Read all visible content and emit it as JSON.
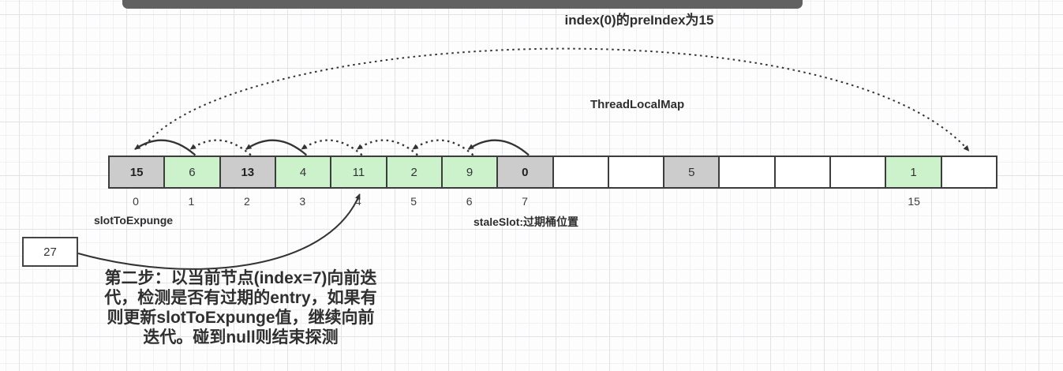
{
  "title": {
    "text": "index(0)的preIndex为15"
  },
  "map_label": {
    "text": "ThreadLocalMap"
  },
  "array": {
    "cells": [
      {
        "label": "0",
        "value": "15",
        "type": "stale",
        "bold": true
      },
      {
        "label": "1",
        "value": "6",
        "type": "valid",
        "bold": false
      },
      {
        "label": "2",
        "value": "13",
        "type": "stale",
        "bold": true
      },
      {
        "label": "3",
        "value": "4",
        "type": "valid",
        "bold": false
      },
      {
        "label": "4",
        "value": "11",
        "type": "valid",
        "bold": false
      },
      {
        "label": "5",
        "value": "2",
        "type": "valid",
        "bold": false
      },
      {
        "label": "6",
        "value": "9",
        "type": "valid",
        "bold": false
      },
      {
        "label": "7",
        "value": "0",
        "type": "stale",
        "bold": true
      },
      {
        "label": "",
        "value": "",
        "type": "empty",
        "bold": false
      },
      {
        "label": "",
        "value": "",
        "type": "empty",
        "bold": false
      },
      {
        "label": "",
        "value": "5",
        "type": "stale",
        "bold": false
      },
      {
        "label": "",
        "value": "",
        "type": "empty",
        "bold": false
      },
      {
        "label": "",
        "value": "",
        "type": "empty",
        "bold": false
      },
      {
        "label": "",
        "value": "",
        "type": "empty",
        "bold": false
      },
      {
        "label": "15",
        "value": "1",
        "type": "valid",
        "bold": false
      },
      {
        "label": "",
        "value": "",
        "type": "empty",
        "bold": false
      }
    ]
  },
  "pointers": {
    "slot_to_expunge": "slotToExpunge",
    "stale_slot": "staleSlot:过期桶位置"
  },
  "ref_box": {
    "value": "27"
  },
  "note": {
    "lines": [
      "第二步：以当前节点(index=7)向前迭",
      "代，检测是否有过期的entry，如果有",
      "则更新slotToExpunge值，继续向前",
      "迭代。碰到null则结束探测"
    ]
  },
  "arrows": {
    "back_hops": [
      {
        "from": 1,
        "to": 0,
        "style": "solid"
      },
      {
        "from": 2,
        "to": 1,
        "style": "dotted"
      },
      {
        "from": 3,
        "to": 2,
        "style": "solid"
      },
      {
        "from": 4,
        "to": 3,
        "style": "dotted"
      },
      {
        "from": 5,
        "to": 4,
        "style": "dotted"
      },
      {
        "from": 6,
        "to": 5,
        "style": "dotted"
      },
      {
        "from": 7,
        "to": 6,
        "style": "solid"
      }
    ],
    "wrap_arc": {
      "from": 0,
      "to": 15,
      "style": "dotted"
    },
    "ref_arrow": {
      "from": "ref_box",
      "to_index": 4,
      "style": "solid"
    }
  },
  "colors": {
    "stale_fill": "#cccccc",
    "valid_fill": "#ccf2cc",
    "empty_fill": "#ffffff",
    "border": "#3d3d3d",
    "line": "#333333",
    "topbar": "#616161"
  }
}
